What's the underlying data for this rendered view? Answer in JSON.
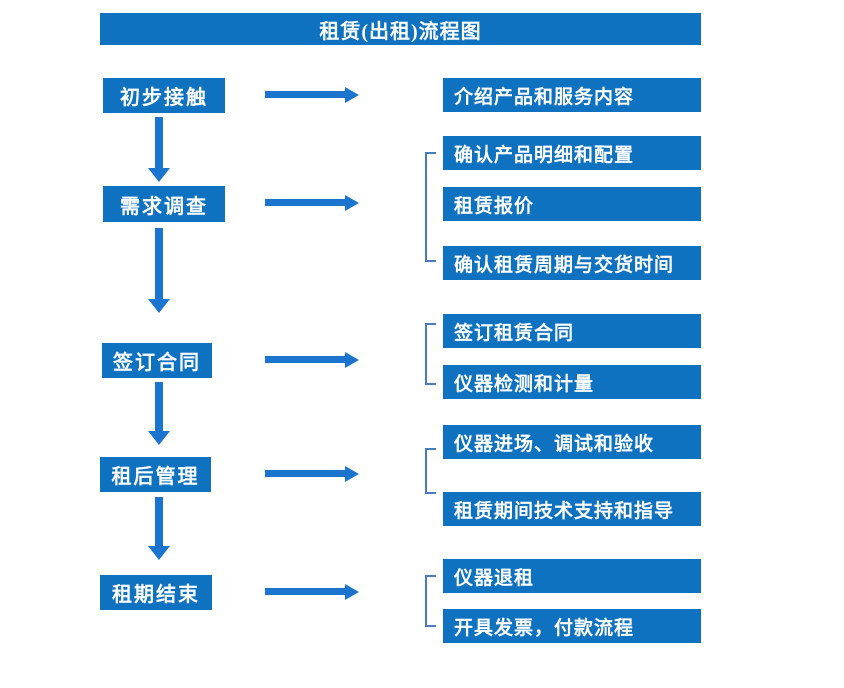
{
  "title": "租赁(出租)流程图",
  "colors": {
    "box_blue": "#0F72C1",
    "arrow_blue": "#1B74CE",
    "bracket_blue": "#4A7BBE",
    "text_white": "#FFFFFF",
    "background": "#FFFFFF"
  },
  "stages": [
    {
      "label": "初步接触",
      "details": [
        "介绍产品和服务内容"
      ]
    },
    {
      "label": "需求调查",
      "details": [
        "确认产品明细和配置",
        "租赁报价",
        "确认租赁周期与交货时间"
      ]
    },
    {
      "label": "签订合同",
      "details": [
        "签订租赁合同",
        "仪器检测和计量"
      ]
    },
    {
      "label": "租后管理",
      "details": [
        "仪器进场、调试和验收",
        "租赁期间技术支持和指导"
      ]
    },
    {
      "label": "租期结束",
      "details": [
        "仪器退租",
        "开具发票，付款流程"
      ]
    }
  ]
}
